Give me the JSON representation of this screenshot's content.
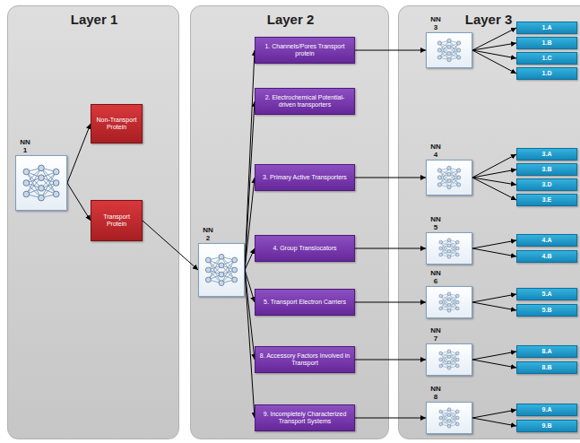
{
  "diagram": {
    "nodes": [
      {
        "text": [
          "Layer 1"
        ]
      },
      {
        "text": [
          "NN 1"
        ],
        "in": 0
      },
      {
        "text": [
          "Non-Transport Protein"
        ],
        "in": 0
      },
      {
        "text": [
          "Transport Protein"
        ],
        "in": 0
      },
      {
        "text": [
          "Layer 2"
        ]
      },
      {
        "text": [
          "NN 2"
        ],
        "in": 4
      },
      {
        "text": [
          "1. Channels/Pores Transport protein"
        ],
        "in": 4
      },
      {
        "text": [
          "2. Electrochemical Potential-driven transporters"
        ],
        "in": 4
      },
      {
        "text": [
          "3. Primary Active Transporters"
        ],
        "in": 4
      },
      {
        "text": [
          "4. Group Translocators"
        ],
        "in": 4
      },
      {
        "text": [
          "5. Transport Electron Carriers"
        ],
        "in": 4
      },
      {
        "text": [
          "8. Accessory Factors Involved in Transport"
        ],
        "in": 4
      },
      {
        "text": [
          "9. Incompletely Characterized Transport Systems"
        ],
        "in": 4
      },
      {
        "text": [
          "Layer 3"
        ]
      },
      {
        "text": [
          "NN 3"
        ],
        "in": 13
      },
      {
        "text": [
          "NN 4"
        ],
        "in": 13
      },
      {
        "text": [
          "NN 5"
        ],
        "in": 13
      },
      {
        "text": [
          "NN 6"
        ],
        "in": 13
      },
      {
        "text": [
          "NN 7"
        ],
        "in": 13
      },
      {
        "text": [
          "NN 8"
        ],
        "in": 13
      },
      {
        "text": [
          "1.A"
        ],
        "in": 13
      },
      {
        "text": [
          "1.B"
        ],
        "in": 13
      },
      {
        "text": [
          "1.C"
        ],
        "in": 13
      },
      {
        "text": [
          "1.D"
        ],
        "in": 13
      },
      {
        "text": [
          "3.A"
        ],
        "in": 13
      },
      {
        "text": [
          "3.B"
        ],
        "in": 13
      },
      {
        "text": [
          "3.D"
        ],
        "in": 13
      },
      {
        "text": [
          "3.E"
        ],
        "in": 13
      },
      {
        "text": [
          "4.A"
        ],
        "in": 13
      },
      {
        "text": [
          "4.B"
        ],
        "in": 13
      },
      {
        "text": [
          "5.A"
        ],
        "in": 13
      },
      {
        "text": [
          "5.B"
        ],
        "in": 13
      },
      {
        "text": [
          "8.A"
        ],
        "in": 13
      },
      {
        "text": [
          "8.B"
        ],
        "in": 13
      },
      {
        "text": [
          "9.A"
        ],
        "in": 13
      },
      {
        "text": [
          "9.B"
        ],
        "in": 13
      }
    ],
    "edges": [
      {
        "from": 1,
        "to": 2,
        "arrow": "to"
      },
      {
        "from": 1,
        "to": 3,
        "arrow": "to"
      },
      {
        "from": 3,
        "to": 5,
        "arrow": "to"
      },
      {
        "from": 5,
        "to": 6,
        "arrow": "to"
      },
      {
        "from": 5,
        "to": 7,
        "arrow": "to"
      },
      {
        "from": 5,
        "to": 8,
        "arrow": "to"
      },
      {
        "from": 5,
        "to": 9,
        "arrow": "to"
      },
      {
        "from": 5,
        "to": 10,
        "arrow": "to"
      },
      {
        "from": 5,
        "to": 11,
        "arrow": "to"
      },
      {
        "from": 5,
        "to": 12,
        "arrow": "to"
      },
      {
        "from": 6,
        "to": 14,
        "arrow": "to"
      },
      {
        "from": 8,
        "to": 15,
        "arrow": "to"
      },
      {
        "from": 9,
        "to": 16,
        "arrow": "to"
      },
      {
        "from": 10,
        "to": 17,
        "arrow": "to"
      },
      {
        "from": 11,
        "to": 18,
        "arrow": "to"
      },
      {
        "from": 12,
        "to": 19,
        "arrow": "to"
      },
      {
        "from": 14,
        "to": 20,
        "arrow": "to"
      },
      {
        "from": 14,
        "to": 21,
        "arrow": "to"
      },
      {
        "from": 14,
        "to": 22,
        "arrow": "to"
      },
      {
        "from": 14,
        "to": 23,
        "arrow": "to"
      },
      {
        "from": 15,
        "to": 24,
        "arrow": "to"
      },
      {
        "from": 15,
        "to": 25,
        "arrow": "to"
      },
      {
        "from": 15,
        "to": 26,
        "arrow": "to"
      },
      {
        "from": 15,
        "to": 27,
        "arrow": "to"
      },
      {
        "from": 16,
        "to": 28,
        "arrow": "to"
      },
      {
        "from": 16,
        "to": 29,
        "arrow": "to"
      },
      {
        "from": 17,
        "to": 30,
        "arrow": "to"
      },
      {
        "from": 17,
        "to": 31,
        "arrow": "to"
      },
      {
        "from": 18,
        "to": 32,
        "arrow": "to"
      },
      {
        "from": 18,
        "to": 33,
        "arrow": "to"
      },
      {
        "from": 19,
        "to": 34,
        "arrow": "to"
      },
      {
        "from": 19,
        "to": 35,
        "arrow": "to"
      }
    ]
  }
}
